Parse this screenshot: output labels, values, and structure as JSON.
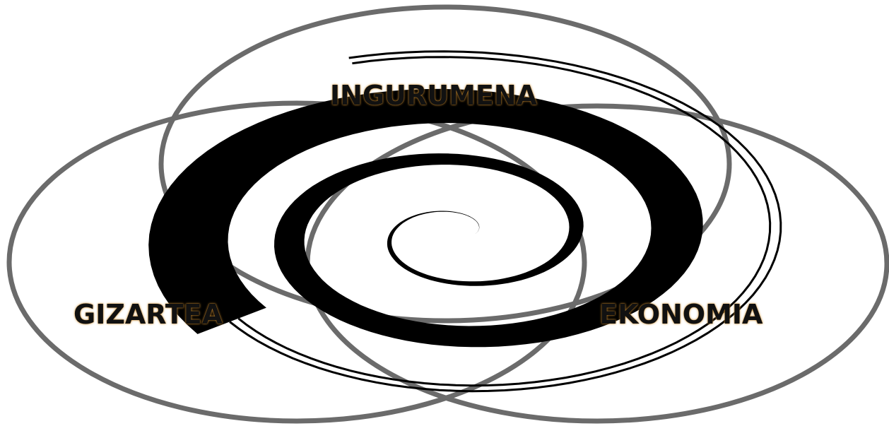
{
  "diagram": {
    "type": "venn-3",
    "colors": {
      "ring": "#6b6b6b",
      "spiral": "#000000",
      "text": "#111111",
      "text_glow": "#c98a2e",
      "background": "#ffffff"
    },
    "center_symbol": "spiral-icon",
    "sets": {
      "top": {
        "label": "INGURUMENA"
      },
      "left": {
        "label": "GIZARTEA"
      },
      "right": {
        "label": "EKONOMIA"
      }
    }
  }
}
